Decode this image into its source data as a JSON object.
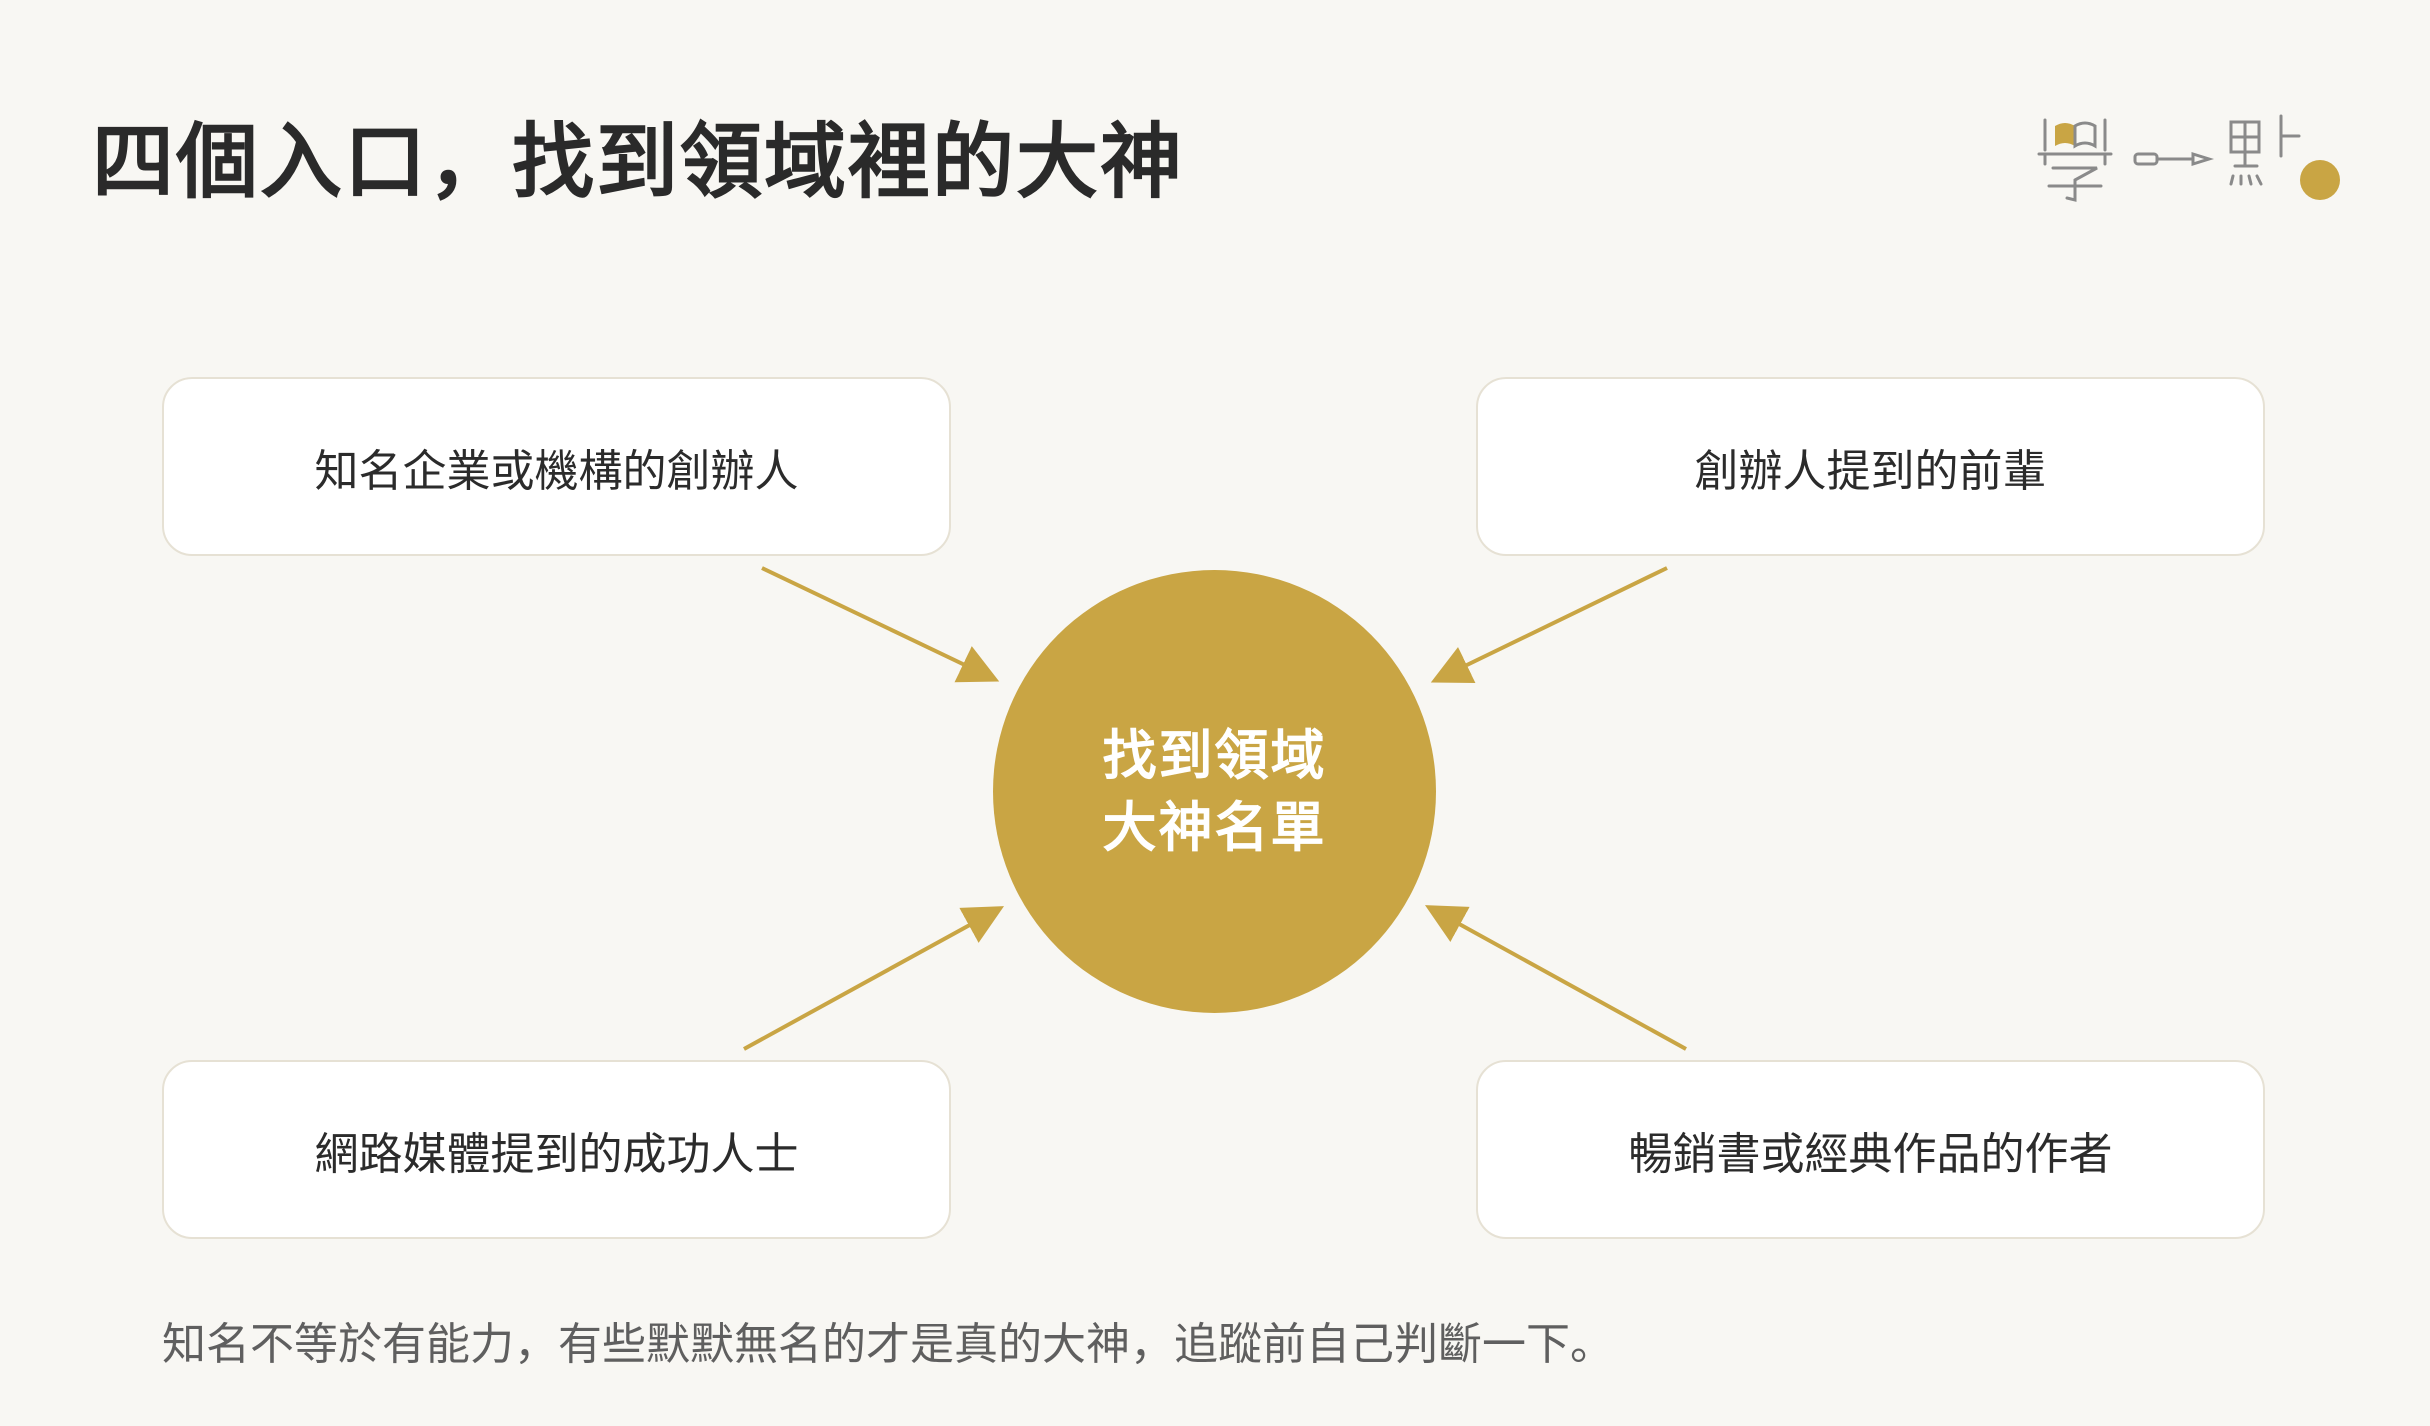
{
  "header": {
    "title": "四個入口，找到領域裡的大神"
  },
  "logo": {
    "text": "學一點",
    "accent_color": "#c9a544",
    "icon": "book-pen-logo-icon"
  },
  "diagram": {
    "hub": {
      "line1": "找到領域",
      "line2": "大神名單"
    },
    "entries": [
      {
        "label": "知名企業或機構的創辦人"
      },
      {
        "label": "創辦人提到的前輩"
      },
      {
        "label": "網路媒體提到的成功人士"
      },
      {
        "label": "暢銷書或經典作品的作者"
      }
    ]
  },
  "footer": {
    "note": "知名不等於有能力，有些默默無名的才是真的大神，追蹤前自己判斷一下。"
  },
  "colors": {
    "background": "#f8f7f3",
    "accent": "#c9a544",
    "card_border": "#e6e1d4",
    "text_dark": "#2b2b2b",
    "text_muted": "#5f5f5f"
  }
}
